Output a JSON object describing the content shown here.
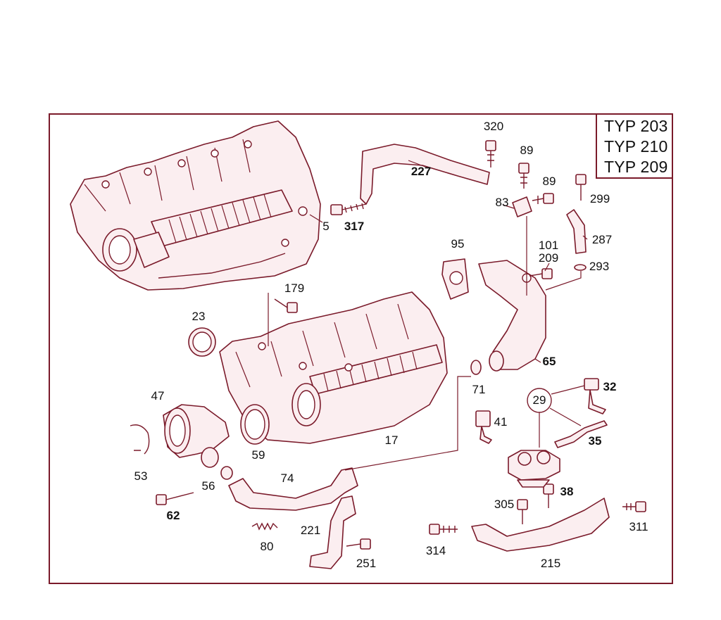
{
  "header": {
    "typ": [
      "TYP 203",
      "TYP 210",
      "TYP 209"
    ]
  },
  "labels": {
    "p5": "5",
    "p317": "317",
    "p320": "320",
    "p227": "227",
    "p89a": "89",
    "p89b": "89",
    "p83": "83",
    "p299": "299",
    "p287": "287",
    "p101": "101",
    "p209": "209",
    "p293": "293",
    "p95": "95",
    "p179": "179",
    "p23": "23",
    "p65": "65",
    "p32": "32",
    "p71": "71",
    "p29": "29",
    "p47": "47",
    "p41": "41",
    "p35": "35",
    "p17": "17",
    "p59": "59",
    "p53": "53",
    "p74": "74",
    "p56": "56",
    "p62": "62",
    "p38": "38",
    "p305": "305",
    "p311": "311",
    "p221": "221",
    "p80": "80",
    "p314": "314",
    "p251": "251",
    "p215": "215"
  },
  "colors": {
    "line": "#7a1a2a",
    "fill": "#fbeef0",
    "text": "#111111"
  }
}
